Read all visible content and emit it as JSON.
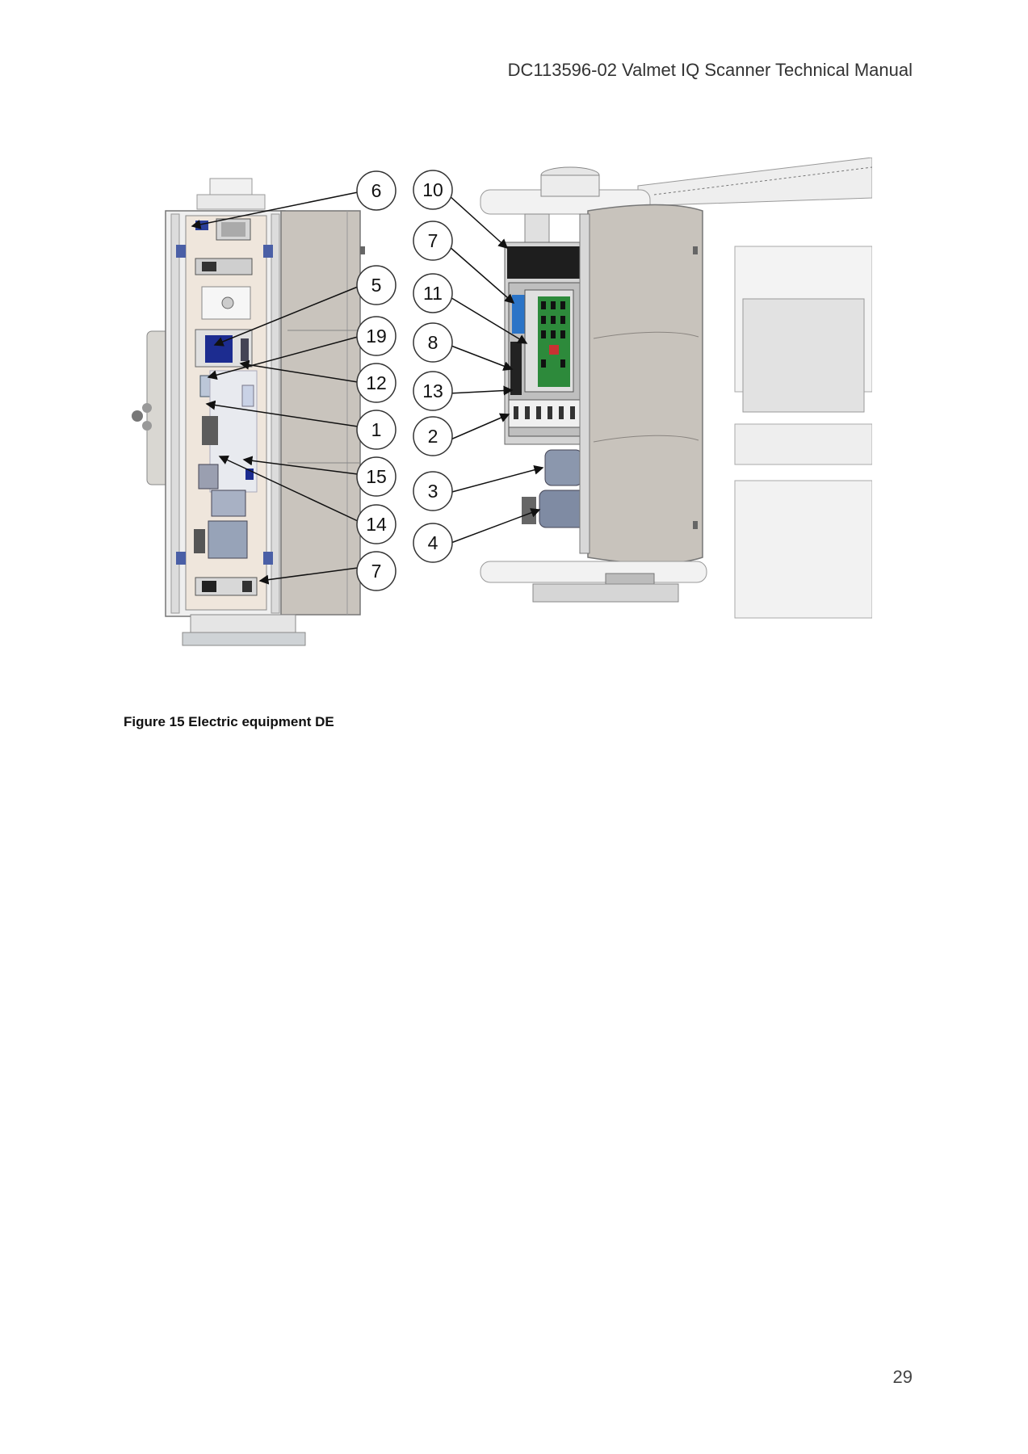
{
  "header": {
    "title": "DC113596-02 Valmet IQ Scanner Technical Manual"
  },
  "figure": {
    "caption": "Figure 15 Electric equipment DE",
    "left_callouts": [
      "6",
      "5",
      "19",
      "12",
      "1",
      "15",
      "14",
      "7"
    ],
    "right_callouts": [
      "10",
      "7",
      "11",
      "8",
      "13",
      "2",
      "3",
      "4"
    ]
  },
  "footer": {
    "page_number": "29"
  }
}
